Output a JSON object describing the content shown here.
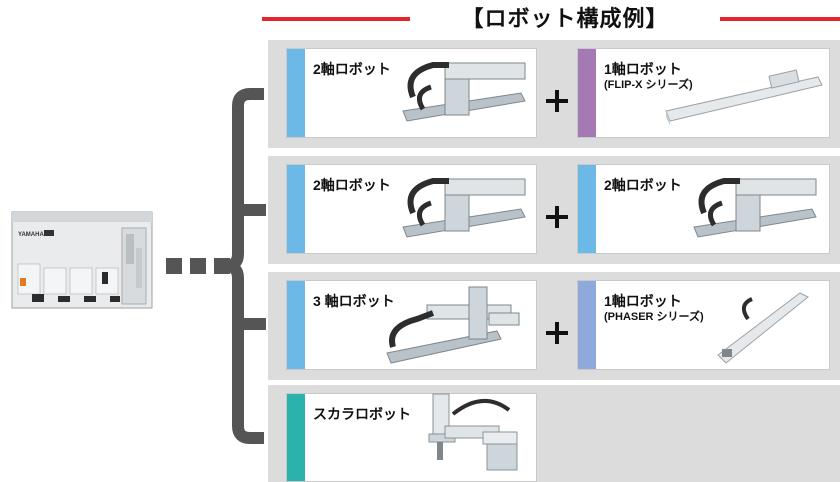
{
  "title": "【ロボット構成例】",
  "colors": {
    "accent_red": "#e2262c",
    "band_gray": "#dcdcdc",
    "stripe_blue": "#6cb8e6",
    "stripe_purple": "#a57ab4",
    "stripe_periwinkle": "#8fa9dc",
    "stripe_teal": "#2ab3ad",
    "bracket_gray": "#555555"
  },
  "rows": [
    {
      "left": {
        "label": "2軸ロボット",
        "icon": "two-axis-robot-icon"
      },
      "right": {
        "label": "1軸ロボット",
        "sub": "(FLIP-X シリーズ)",
        "icon": "single-axis-flipx-robot-icon"
      }
    },
    {
      "left": {
        "label": "2軸ロボット",
        "icon": "two-axis-robot-icon"
      },
      "right": {
        "label": "2軸ロボット",
        "icon": "two-axis-robot-icon"
      }
    },
    {
      "left": {
        "label": "3 軸ロボット",
        "icon": "three-axis-robot-icon"
      },
      "right": {
        "label": "1軸ロボット",
        "sub": "(PHASER シリーズ)",
        "icon": "single-axis-phaser-robot-icon"
      }
    },
    {
      "left": {
        "label": "スカラロボット",
        "icon": "scara-robot-icon"
      }
    }
  ],
  "controller": {
    "brand": "YAMAHA",
    "icon": "robot-controller-icon"
  }
}
